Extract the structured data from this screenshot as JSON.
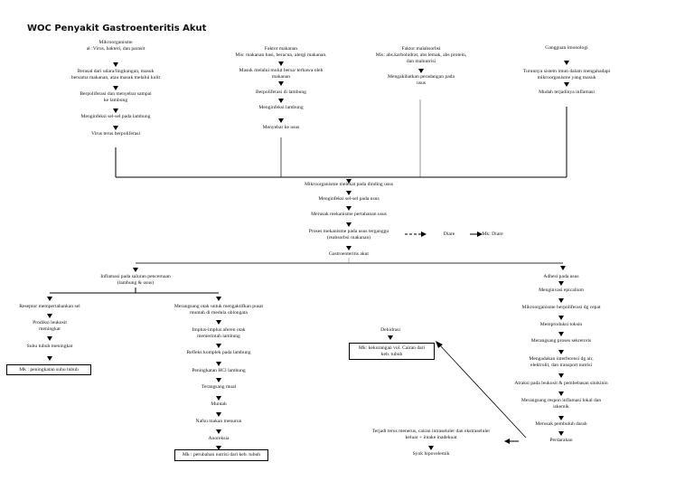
{
  "title": "WOC Penyakit Gastroenteritis Akut",
  "mikroorganisme": [
    "Mikroorganisme\nal :Virus, bakteri, dan parasit",
    "Berasal dari udara/lingkungan, masuk\nbersama makanan, atau masuk melalui kulit",
    "Berpoliferasi dan menyebar sampai\nke lambung",
    "Menginfeksi sel-sel pada lambung",
    "Virus terus berpoliferasi"
  ],
  "makanan": [
    "Faktor makanan\nMis: makanan basi, beracun, alergi makanan.",
    "Masuk melalui mulut bersa/ terbawa oleh\nmakanan",
    "Berpoliferasi di lambung",
    "Menginfeksi lambung",
    "Menyebar ke usus"
  ],
  "malabsorbsi": [
    "Faktor malabsorbsi\nMis: abs.karbohidrat, abs lemak, abs protein,\ndan malnutrisi",
    "Mengakibatkan peradangan pada\nusus"
  ],
  "imunologi": [
    "Gangguan imonologi",
    "Turunnya sistem imun dalam mengahadapi\nmikroorganisme yang masuk",
    "Mudah terjadinya inflamasi"
  ],
  "central": [
    "Mikroorganisme melekat pada dinding usus",
    "Menginfeksi sel-sel pada usus",
    "Merusak mekanisme pertahanan usus",
    "Proses mekanisme pada usus terganggu\n(reabsorbsi makanan)",
    "Gastroenteritis akut"
  ],
  "diare": "Diare",
  "mk_diare": "Mk: Diare",
  "inflamasi": "Inflamasi pada saluran pencernaan\n(lambung & usus)",
  "suhu": [
    "Reseptor mempertahankan sel",
    "Prodiksi leukosit\nmeningkat",
    "Suhu tubuh meningkat"
  ],
  "mk_suhu": "Mk : peningkatan suhu tubuh",
  "nutrisi": [
    "Merangsang otak untuk mengaktifkan pusat\nmuntah di medula oblongata",
    "Implus-implus aferen otak\nmemerintah lambung",
    "Refleks komplek pada lambung",
    "Peningkatan HCl lambung",
    "Terangsang mual",
    "Muntah",
    "Nafsu makan menurun",
    "Anoreksia"
  ],
  "mk_nutrisi": "Mk : perubahan nutrisi dari keb. tubuh",
  "dehidrasi": "Dehidrasi",
  "mk_cairan": "Mk: kekurangan vol. Cairan dari\nkeb. tubuh",
  "kanan": [
    "Adhesi pada usus",
    "Menginvasi epicalium",
    "Mikroorganisme berpoliferasi dg cepat",
    "Memproduksi toksin",
    "Merangsang proses sekretoris",
    "Mengadakan interferensi dg air,\nelektrolit, dan transport nutrisi",
    "Atraksi pada leukosit & pembebasan sitokinin",
    "Merangsang respon inflamasi lokal dan\niskemik",
    "Merusak pembuluh darah",
    "Perdarahan"
  ],
  "syok": [
    "Terjadi terus menerus, cairan intraseluler dan ekstraseluler\nkeluar + intake inadekuat",
    "Syok hipovelemik"
  ]
}
